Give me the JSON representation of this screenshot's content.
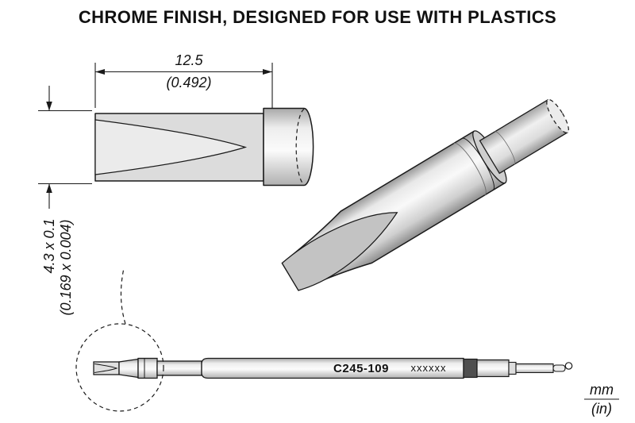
{
  "title": "CHROME FINISH, DESIGNED FOR USE WITH PLASTICS",
  "dimensions": {
    "length_mm": "12.5",
    "length_in": "(0.492)",
    "tip_mm": "4.3 x 0.1",
    "tip_in": "(0.169 x 0.004)"
  },
  "cartridge": {
    "model": "C245-109",
    "marking": "xxxxxx"
  },
  "legend": {
    "mm": "mm",
    "in": "(in)"
  },
  "colors": {
    "line": "#1a1a1a",
    "metal_light": "#e6e6e6",
    "metal_mid": "#cfcfcf",
    "metal_dark": "#8f8f8f",
    "band_dark": "#4f4f4f",
    "background": "#ffffff"
  }
}
